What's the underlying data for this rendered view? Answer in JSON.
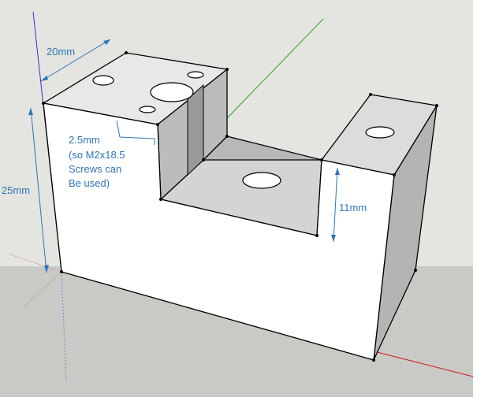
{
  "colors": {
    "sky": "#e4e4e0",
    "ground": "#c9c9c6",
    "face_front": "#ffffff",
    "face_top": "#dcdcdc",
    "face_side": "#b4b4b4",
    "face_inner": "#c8c8c8",
    "edge": "#000000",
    "dimension": "#2e75b6",
    "axis_blue": "#3333cc",
    "axis_green": "#22aa22",
    "axis_red": "#cc2222"
  },
  "dimensions": {
    "width": "20mm",
    "height": "25mm",
    "step": "11mm",
    "note": [
      "2.5mm",
      "(so M2x18.5",
      "Screws can",
      "Be used)"
    ]
  }
}
